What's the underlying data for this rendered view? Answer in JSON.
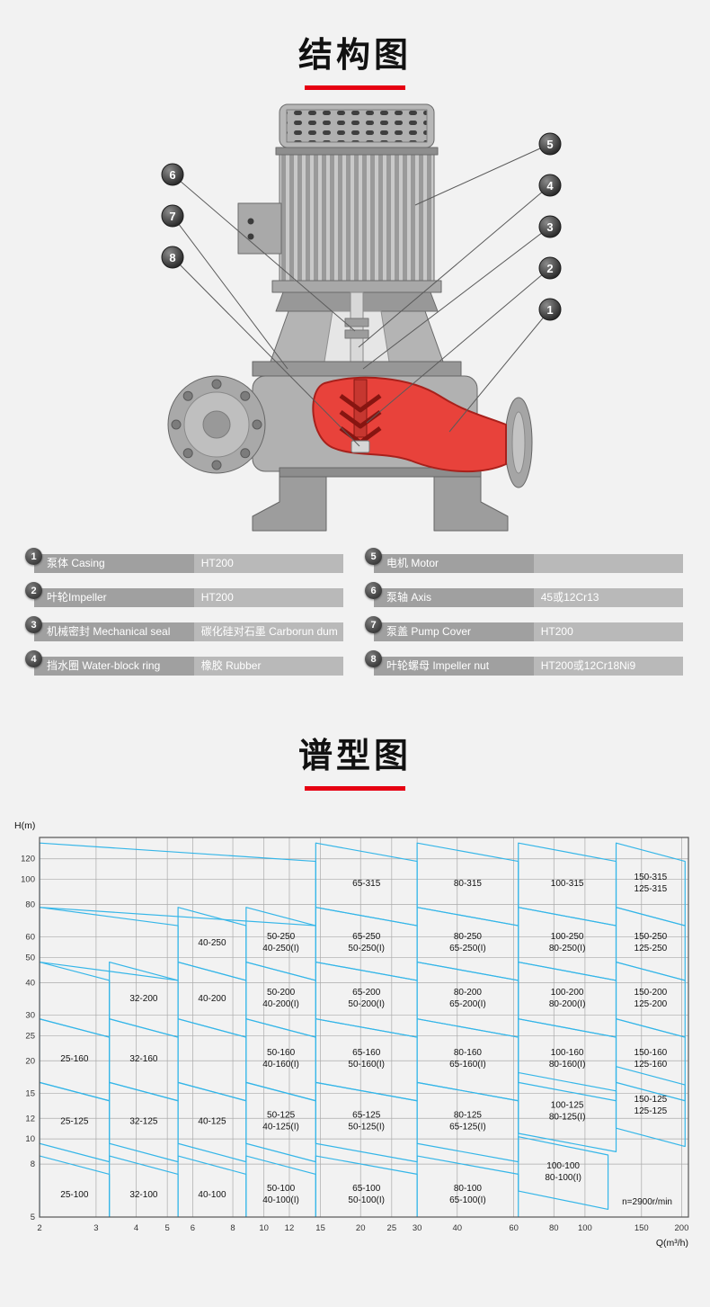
{
  "accent_color": "#e60012",
  "sections": {
    "structure": {
      "title": "结构图"
    },
    "spectrum": {
      "title": "谱型图"
    }
  },
  "diagram": {
    "callouts": [
      {
        "num": "1"
      },
      {
        "num": "2"
      },
      {
        "num": "3"
      },
      {
        "num": "4"
      },
      {
        "num": "5"
      },
      {
        "num": "6"
      },
      {
        "num": "7"
      },
      {
        "num": "8"
      }
    ]
  },
  "parts": {
    "left": [
      {
        "num": "1",
        "name": "泵体 Casing",
        "material": "HT200"
      },
      {
        "num": "2",
        "name": "叶轮Impeller",
        "material": "HT200"
      },
      {
        "num": "3",
        "name": "机械密封 Mechanical seal",
        "material": "碳化硅对石墨 Carborun dum"
      },
      {
        "num": "4",
        "name": "挡水圈 Water-block ring",
        "material": "橡胶 Rubber"
      }
    ],
    "right": [
      {
        "num": "5",
        "name": "电机 Motor",
        "material": ""
      },
      {
        "num": "6",
        "name": "泵轴 Axis",
        "material": "45或12Cr13"
      },
      {
        "num": "7",
        "name": "泵盖 Pump Cover",
        "material": "HT200"
      },
      {
        "num": "8",
        "name": "叶轮螺母 Impeller nut",
        "material": "HT200或12Cr18Ni9"
      }
    ]
  },
  "chart_data": {
    "type": "region_map",
    "title": "谱型图",
    "xlabel": "Q(m³/h)",
    "ylabel": "H(m)",
    "x_scale": "log",
    "y_scale": "log",
    "x_range": [
      2,
      210
    ],
    "y_range": [
      5,
      145
    ],
    "x_ticks": [
      2,
      3,
      4,
      5,
      6,
      8,
      10,
      12,
      15,
      20,
      25,
      30,
      40,
      60,
      80,
      100,
      150,
      200
    ],
    "y_ticks": [
      5,
      8,
      10,
      12,
      15,
      20,
      25,
      30,
      40,
      50,
      60,
      80,
      100,
      120
    ],
    "annotation": "n=2900r/min",
    "line_color": "#35b6e8",
    "regions": [
      {
        "labels": [],
        "q": [
          2,
          14.5
        ],
        "h": [
          78,
          138
        ]
      },
      {
        "labels": [
          "65-315"
        ],
        "q": [
          14.5,
          30
        ],
        "h": [
          78,
          138
        ]
      },
      {
        "labels": [
          "80-315"
        ],
        "q": [
          30,
          62
        ],
        "h": [
          78,
          138
        ]
      },
      {
        "labels": [
          "100-315"
        ],
        "q": [
          62,
          125
        ],
        "h": [
          78,
          138
        ]
      },
      {
        "labels": [
          "150-315",
          "125-315"
        ],
        "q": [
          125,
          205
        ],
        "h": [
          78,
          138
        ]
      },
      {
        "labels": [],
        "q": [
          2,
          5.4
        ],
        "h": [
          48,
          78
        ]
      },
      {
        "labels": [
          "40-250"
        ],
        "q": [
          5.4,
          8.8
        ],
        "h": [
          48,
          78
        ]
      },
      {
        "labels": [
          "50-250",
          "40-250(I)"
        ],
        "q": [
          8.8,
          14.5
        ],
        "h": [
          48,
          78
        ]
      },
      {
        "labels": [
          "65-250",
          "50-250(I)"
        ],
        "q": [
          14.5,
          30
        ],
        "h": [
          48,
          78
        ]
      },
      {
        "labels": [
          "80-250",
          "65-250(I)"
        ],
        "q": [
          30,
          62
        ],
        "h": [
          48,
          78
        ]
      },
      {
        "labels": [
          "100-250",
          "80-250(I)"
        ],
        "q": [
          62,
          125
        ],
        "h": [
          48,
          78
        ]
      },
      {
        "labels": [
          "150-250",
          "125-250"
        ],
        "q": [
          125,
          205
        ],
        "h": [
          48,
          78
        ]
      },
      {
        "labels": [],
        "q": [
          2,
          3.3
        ],
        "h": [
          29,
          48
        ]
      },
      {
        "labels": [
          "32-200"
        ],
        "q": [
          3.3,
          5.4
        ],
        "h": [
          29,
          48
        ]
      },
      {
        "labels": [
          "40-200"
        ],
        "q": [
          5.4,
          8.8
        ],
        "h": [
          29,
          48
        ]
      },
      {
        "labels": [
          "50-200",
          "40-200(I)"
        ],
        "q": [
          8.8,
          14.5
        ],
        "h": [
          29,
          48
        ]
      },
      {
        "labels": [
          "65-200",
          "50-200(I)"
        ],
        "q": [
          14.5,
          30
        ],
        "h": [
          29,
          48
        ]
      },
      {
        "labels": [
          "80-200",
          "65-200(I)"
        ],
        "q": [
          30,
          62
        ],
        "h": [
          29,
          48
        ]
      },
      {
        "labels": [
          "100-200",
          "80-200(I)"
        ],
        "q": [
          62,
          125
        ],
        "h": [
          29,
          48
        ]
      },
      {
        "labels": [
          "150-200",
          "125-200"
        ],
        "q": [
          125,
          205
        ],
        "h": [
          29,
          48
        ]
      },
      {
        "labels": [
          "25-160"
        ],
        "q": [
          2,
          3.3
        ],
        "h": [
          16.5,
          29
        ]
      },
      {
        "labels": [
          "32-160"
        ],
        "q": [
          3.3,
          5.4
        ],
        "h": [
          16.5,
          29
        ]
      },
      {
        "labels": [],
        "q": [
          5.4,
          8.8
        ],
        "h": [
          16.5,
          29
        ]
      },
      {
        "labels": [
          "50-160",
          "40-160(I)"
        ],
        "q": [
          8.8,
          14.5
        ],
        "h": [
          16.5,
          29
        ]
      },
      {
        "labels": [
          "65-160",
          "50-160(I)"
        ],
        "q": [
          14.5,
          30
        ],
        "h": [
          16.5,
          29
        ]
      },
      {
        "labels": [
          "80-160",
          "65-160(I)"
        ],
        "q": [
          30,
          62
        ],
        "h": [
          16.5,
          29
        ]
      },
      {
        "labels": [
          "100-160",
          "80-160(I)"
        ],
        "q": [
          62,
          125
        ],
        "h": [
          16.5,
          29
        ]
      },
      {
        "labels": [
          "150-160",
          "125-160"
        ],
        "q": [
          125,
          205
        ],
        "h": [
          16.5,
          29
        ]
      },
      {
        "labels": [
          "25-125"
        ],
        "q": [
          2,
          3.3
        ],
        "h": [
          9.6,
          16.5
        ]
      },
      {
        "labels": [
          "32-125"
        ],
        "q": [
          3.3,
          5.4
        ],
        "h": [
          9.6,
          16.5
        ]
      },
      {
        "labels": [
          "40-125"
        ],
        "q": [
          5.4,
          8.8
        ],
        "h": [
          9.6,
          16.5
        ]
      },
      {
        "labels": [
          "50-125",
          "40-125(I)"
        ],
        "q": [
          8.8,
          14.5
        ],
        "h": [
          9.6,
          16.5
        ]
      },
      {
        "labels": [
          "65-125",
          "50-125(I)"
        ],
        "q": [
          14.5,
          30
        ],
        "h": [
          9.6,
          16.5
        ]
      },
      {
        "labels": [
          "80-125",
          "65-125(I)"
        ],
        "q": [
          30,
          62
        ],
        "h": [
          9.6,
          16.5
        ]
      },
      {
        "labels": [
          "100-125",
          "80-125(I)"
        ],
        "q": [
          62,
          125
        ],
        "h": [
          10.5,
          18
        ]
      },
      {
        "labels": [
          "150-125",
          "125-125"
        ],
        "q": [
          125,
          205
        ],
        "h": [
          11,
          19
        ]
      },
      {
        "labels": [
          "25-100"
        ],
        "q": [
          2,
          3.3
        ],
        "h": [
          5,
          8.6
        ]
      },
      {
        "labels": [
          "32-100"
        ],
        "q": [
          3.3,
          5.4
        ],
        "h": [
          5,
          8.6
        ]
      },
      {
        "labels": [
          "40-100"
        ],
        "q": [
          5.4,
          8.8
        ],
        "h": [
          5,
          8.6
        ]
      },
      {
        "labels": [
          "50-100",
          "40-100(I)"
        ],
        "q": [
          8.8,
          14.5
        ],
        "h": [
          5,
          8.6
        ]
      },
      {
        "labels": [
          "65-100",
          "50-100(I)"
        ],
        "q": [
          14.5,
          30
        ],
        "h": [
          5,
          8.6
        ]
      },
      {
        "labels": [
          "80-100",
          "65-100(I)"
        ],
        "q": [
          30,
          62
        ],
        "h": [
          5,
          8.6
        ]
      },
      {
        "labels": [
          "100-100",
          "80-100(I)"
        ],
        "q": [
          62,
          118
        ],
        "h": [
          6.3,
          10.2
        ]
      }
    ]
  }
}
